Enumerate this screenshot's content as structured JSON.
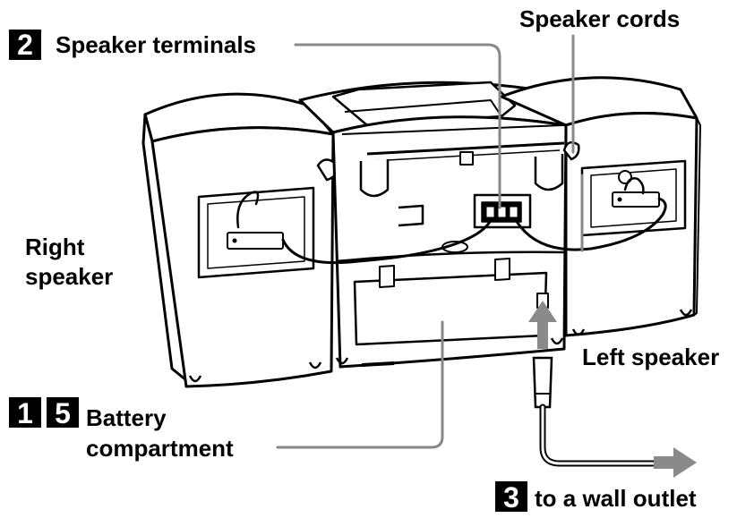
{
  "labels": {
    "speaker_terminals": "Speaker terminals",
    "speaker_cords": "Speaker cords",
    "right_speaker_line1": "Right",
    "right_speaker_line2": "speaker",
    "left_speaker": "Left speaker",
    "battery_line1": "Battery",
    "battery_line2": "compartment",
    "wall_outlet": "to a wall outlet"
  },
  "steps": {
    "terminals": "2",
    "battery_a": "1",
    "battery_b": "5",
    "outlet": "3"
  },
  "colors": {
    "line": "#000000",
    "leader": "#888888",
    "arrow": "#8a8a8a",
    "badge": "#000000"
  }
}
